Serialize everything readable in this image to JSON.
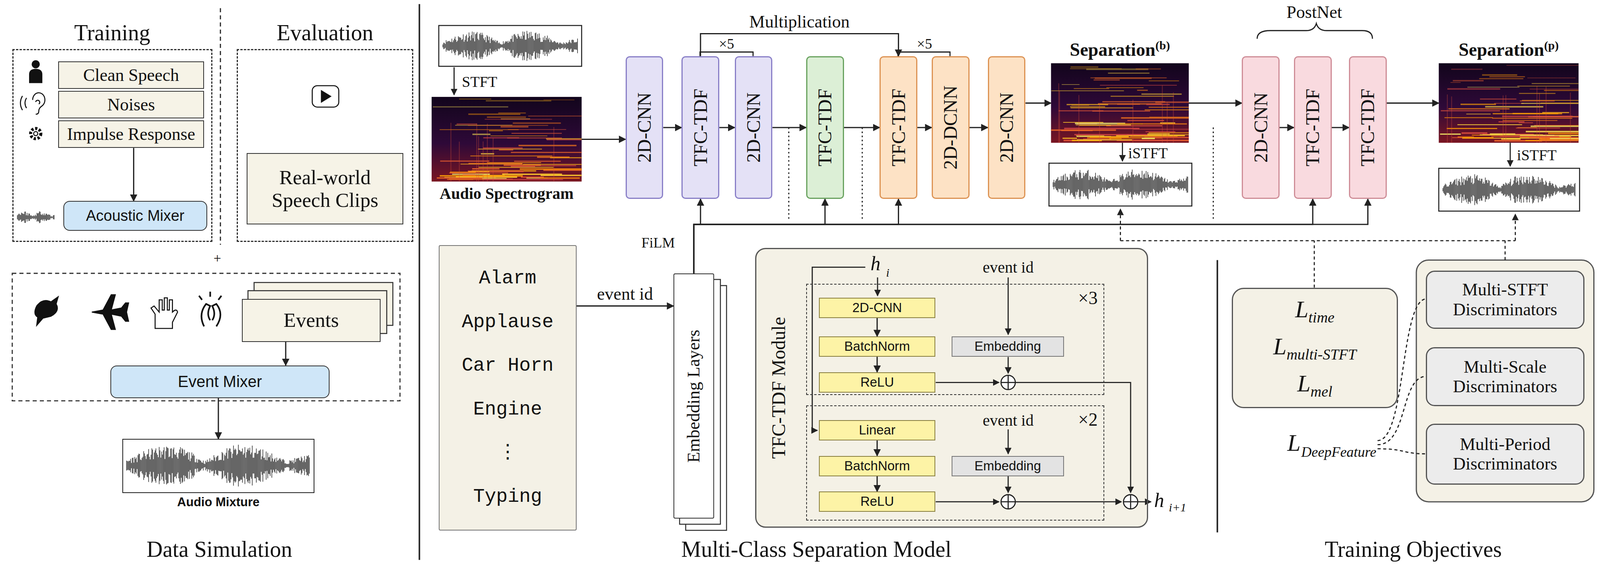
{
  "diagram": {
    "nodes": [
      {
        "text": [
          "Training"
        ]
      },
      {
        "text": [
          "Clean Speech"
        ],
        "in": 0
      },
      {
        "text": [
          "Noises"
        ],
        "in": 0
      },
      {
        "text": [
          "Impulse Response"
        ],
        "in": 0
      },
      {
        "text": [
          "Acoustic Mixer"
        ],
        "in": 0
      },
      {
        "text": [
          "Evaluation"
        ]
      },
      {
        "text": [
          "Real-world Speech Clips"
        ],
        "in": 5
      },
      {
        "text": [
          "Events"
        ]
      },
      {
        "text": [
          "Event Mixer"
        ]
      },
      {
        "text": [
          "Audio Mixture"
        ]
      },
      {
        "text": [
          "Audio Spectrogram"
        ]
      },
      {
        "text": [
          "2D-CNN"
        ]
      },
      {
        "text": [
          "TFC-TDF"
        ]
      },
      {
        "text": [
          "2D-CNN"
        ]
      },
      {
        "text": [
          "TFC-TDF"
        ]
      },
      {
        "text": [
          "TFC-TDF"
        ]
      },
      {
        "text": [
          "2D-DCNN"
        ]
      },
      {
        "text": [
          "2D-CNN"
        ]
      },
      {
        "text": [
          "Separation",
          "(b)"
        ]
      },
      {
        "text": [
          "2D-CNN"
        ]
      },
      {
        "text": [
          "TFC-TDF"
        ]
      },
      {
        "text": [
          "TFC-TDF"
        ]
      },
      {
        "text": [
          "Separation",
          "(p)"
        ]
      },
      {
        "text": [
          "Alarm",
          "Applause",
          "Car Horn",
          "Engine",
          "⋮",
          "Typing"
        ]
      },
      {
        "text": [
          "Embedding Layers"
        ]
      },
      {
        "text": [
          "TFC-TDF Module"
        ]
      },
      {
        "text": [
          "×3"
        ],
        "in": 25
      },
      {
        "text": [
          "2D-CNN"
        ],
        "in": 26
      },
      {
        "text": [
          "BatchNorm"
        ],
        "in": 26
      },
      {
        "text": [
          "ReLU"
        ],
        "in": 26
      },
      {
        "text": [
          "Embedding"
        ],
        "in": 26
      },
      {
        "text": [
          "×2"
        ],
        "in": 25
      },
      {
        "text": [
          "Linear"
        ],
        "in": 31
      },
      {
        "text": [
          "BatchNorm"
        ],
        "in": 31
      },
      {
        "text": [
          "ReLU"
        ],
        "in": 31
      },
      {
        "text": [
          "Embedding"
        ],
        "in": 31
      },
      {
        "text": [
          "L",
          "time",
          "L",
          "multi-STFT",
          "L",
          "mel"
        ]
      },
      {
        "text": [
          "Multi-STFT Discriminators"
        ]
      },
      {
        "text": [
          "Multi-Scale Discriminators"
        ]
      },
      {
        "text": [
          "Multi-Period Discriminators"
        ]
      }
    ],
    "edges": [
      {
        "from": 3,
        "to": 4,
        "arrow": "to"
      },
      {
        "from": 7,
        "to": 8,
        "arrow": "to"
      },
      {
        "from": 8,
        "to": 9,
        "arrow": "to"
      },
      {
        "from": 10,
        "to": 11,
        "arrow": "to"
      },
      {
        "from": 11,
        "to": 12,
        "arrow": "to"
      },
      {
        "from": 12,
        "to": 13,
        "arrow": "to"
      },
      {
        "from": 13,
        "to": 14,
        "arrow": "to"
      },
      {
        "from": 14,
        "to": 15,
        "arrow": "to"
      },
      {
        "from": 15,
        "to": 16,
        "arrow": "to"
      },
      {
        "from": 16,
        "to": 17,
        "arrow": "to"
      },
      {
        "from": 17,
        "to": 18,
        "arrow": "to"
      },
      {
        "from": 18,
        "to": 19,
        "arrow": "to"
      },
      {
        "from": 19,
        "to": 20,
        "arrow": "to"
      },
      {
        "from": 20,
        "to": 21,
        "arrow": "to"
      },
      {
        "from": 21,
        "to": 22,
        "arrow": "to"
      },
      {
        "from": 12,
        "to": 15,
        "label": "Multiplication",
        "arrow": "to"
      },
      {
        "from": 23,
        "to": 24,
        "label": "event id",
        "arrow": "to"
      },
      {
        "from": 24,
        "to": 12,
        "arrow": "to"
      },
      {
        "from": 24,
        "to": 14,
        "arrow": "to"
      },
      {
        "from": 24,
        "to": 15,
        "arrow": "to"
      },
      {
        "from": 24,
        "to": 20,
        "arrow": "to"
      },
      {
        "from": 24,
        "to": 21,
        "arrow": "to"
      },
      {
        "from": 27,
        "to": 28,
        "arrow": "to"
      },
      {
        "from": 28,
        "to": 29,
        "arrow": "to"
      },
      {
        "from": 32,
        "to": 33,
        "arrow": "to"
      },
      {
        "from": 33,
        "to": 34,
        "arrow": "to"
      }
    ],
    "labels": [
      "STFT",
      "×5",
      "×5",
      "iSTFT",
      "PostNet",
      "iSTFT",
      "FiLM",
      "h",
      "i",
      "event id",
      "event id",
      "h",
      "i+1",
      "L",
      "DeepFeature",
      "+",
      "Data Simulation",
      "Multi-Class Separation Model",
      "Training Objectives"
    ]
  }
}
